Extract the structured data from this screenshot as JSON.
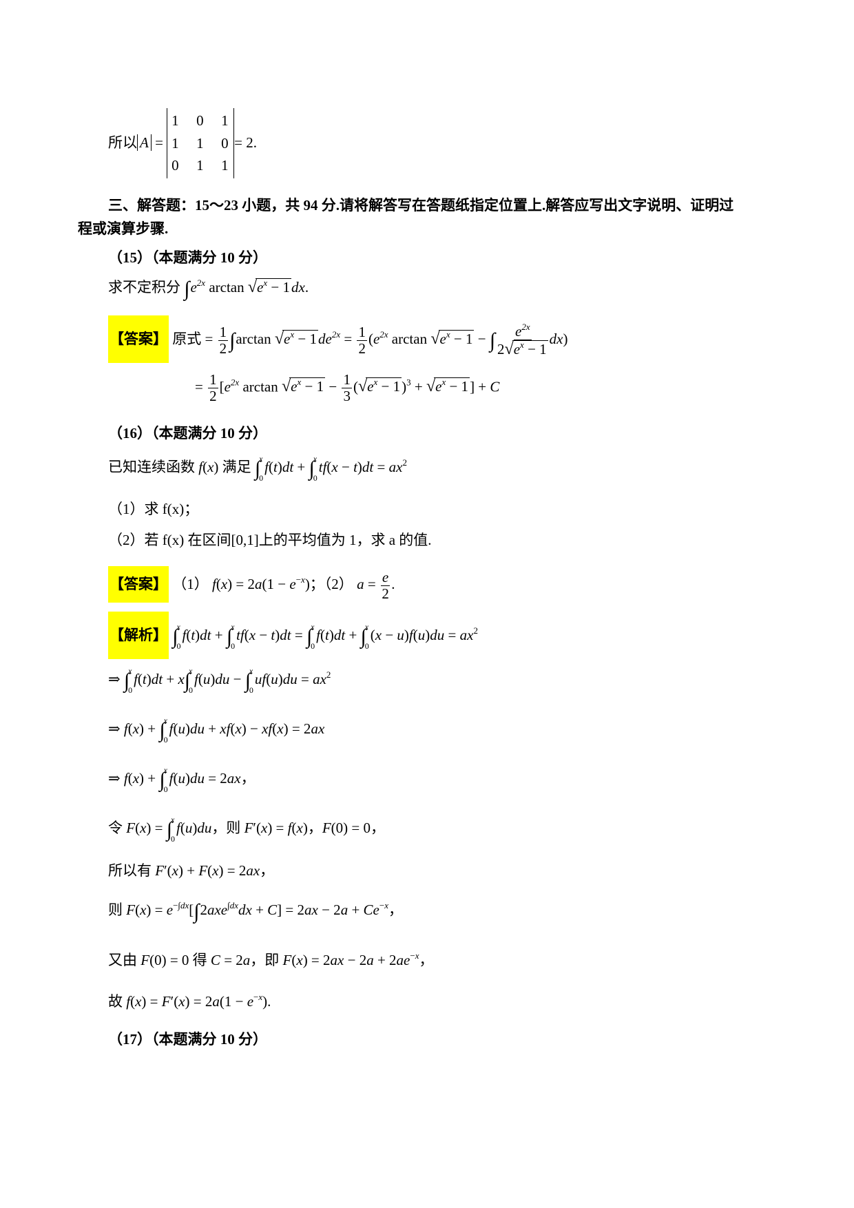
{
  "document": {
    "determinant_line": {
      "prefix": "所以",
      "matrix_label": "A",
      "rows": [
        [
          "1",
          "0",
          "1"
        ],
        [
          "1",
          "1",
          "0"
        ],
        [
          "0",
          "1",
          "1"
        ]
      ],
      "result": "= 2."
    },
    "section_heading": {
      "line1": "三、解答题：15～23 小题，共 94 分.请将解答写在答题纸指定位置上.解答应写出文字说明、证明过",
      "line2": "程或演算步骤."
    },
    "q15": {
      "header": "（15）（本题满分 10 分）",
      "prompt_prefix": "求不定积分",
      "prompt_math": "∫ e^{2x} arctan √(e^x − 1) dx.",
      "answer_tag": "【答案】",
      "answer_line1_prefix": "原式",
      "answer_line1": "= 1/2 ∫ arctan √(e^x − 1) de^{2x} = 1/2 (e^{2x} arctan √(e^x − 1) − ∫ e^{2x} / (2√(e^x − 1)) dx)",
      "answer_line2": "= 1/2 [e^{2x} arctan √(e^x − 1) − 1/3 (√(e^x − 1))^3 + √(e^x − 1)] + C"
    },
    "q16": {
      "header": "（16）（本题满分 10 分）",
      "prompt_prefix": "已知连续函数",
      "prompt_mid": "满足",
      "prompt_math": "∫_0^x f(t)dt + ∫_0^x t f(x−t)dt = ax^2",
      "part1": "（1）求 f(x)；",
      "part2": "（2）若 f(x) 在区间[0,1]上的平均值为 1，求 a 的值.",
      "answer_tag": "【答案】",
      "answer": "（1） f(x) = 2a(1 − e^{−x})；（2） a = e/2.",
      "analysis_tag": "【解析】",
      "steps": [
        "∫_0^x f(t)dt + ∫_0^x t f(x−t)dt = ∫_0^x f(t)dt + ∫_0^x (x−u) f(u)du = ax^2",
        "⇒ ∫_0^x f(t)dt + x∫_0^x f(u)du − ∫_0^x u f(u)du = ax^2",
        "⇒ f(x) + ∫_0^x f(u)du + x f(x) − x f(x) = 2ax",
        "⇒ f(x) + ∫_0^x f(u)du = 2ax，",
        "令 F(x) = ∫_0^x f(u)du，则 F′(x) = f(x)，F(0) = 0，",
        "所以有 F′(x) + F(x) = 2ax，",
        "则 F(x) = e^{−∫dx}[∫2axe^{∫dx}dx + C] = 2ax − 2a + Ce^{−x}，",
        "又由 F(0) = 0 得 C = 2a，即 F(x) = 2ax − 2a + 2ae^{−x}，",
        "故 f(x) = F′(x) = 2a(1 − e^{−x})."
      ]
    },
    "q17": {
      "header": "（17）（本题满分 10 分）"
    },
    "colors": {
      "highlight": "#ffff00",
      "text": "#000000",
      "background": "#ffffff"
    }
  }
}
